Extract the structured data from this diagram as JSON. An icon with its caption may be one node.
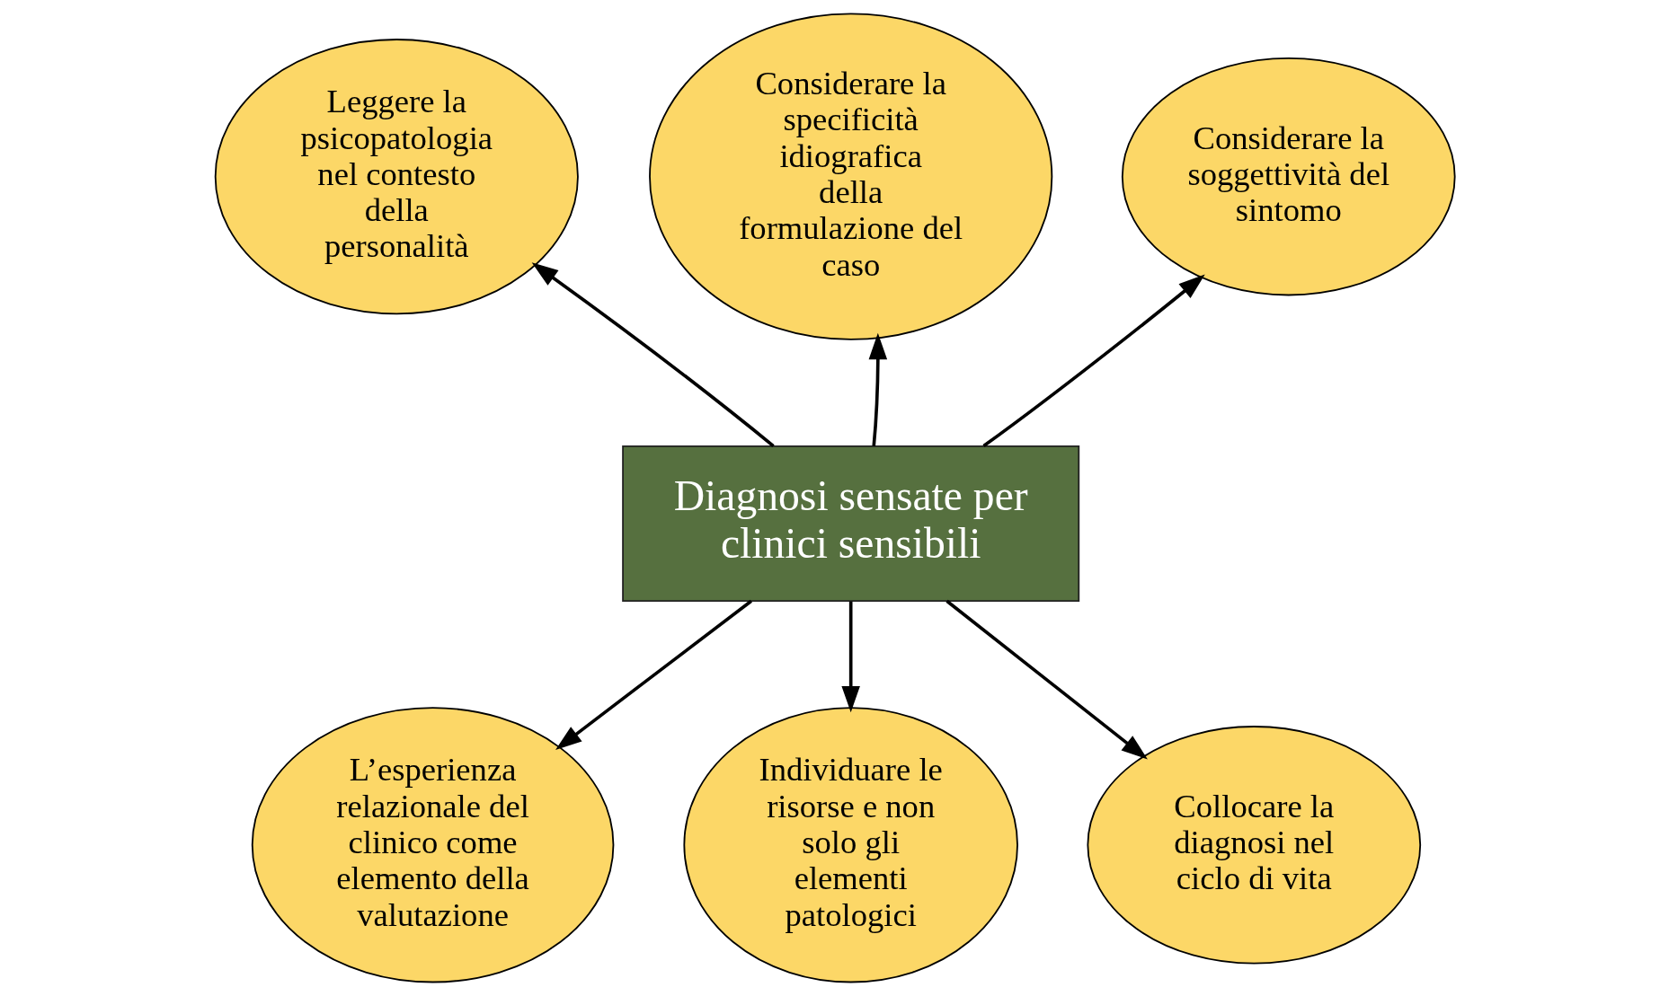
{
  "diagram": {
    "nodes": [
      {
        "text": [
          "Leggere la psicopatologia nel contesto della personalità"
        ]
      },
      {
        "text": [
          "Considerare la specificità idiografica della formulazione del caso"
        ]
      },
      {
        "text": [
          "Considerare la soggettività del sintomo"
        ]
      },
      {
        "text": [
          "Diagnosi sensate per clinici sensibili"
        ]
      },
      {
        "text": [
          "L’esperienza relazionale del clinico come elemento della valutazione"
        ]
      },
      {
        "text": [
          "Individuare le risorse e non solo gli elementi patologici"
        ]
      },
      {
        "text": [
          "Collocare la diagnosi nel ciclo di vita"
        ]
      }
    ],
    "edges": [
      {
        "from": 3,
        "to": 0,
        "arrow": "to"
      },
      {
        "from": 3,
        "to": 1,
        "arrow": "to"
      },
      {
        "from": 3,
        "to": 2,
        "arrow": "to"
      },
      {
        "from": 3,
        "to": 4,
        "arrow": "to"
      },
      {
        "from": 3,
        "to": 5,
        "arrow": "to"
      },
      {
        "from": 3,
        "to": 6,
        "arrow": "to"
      }
    ]
  }
}
